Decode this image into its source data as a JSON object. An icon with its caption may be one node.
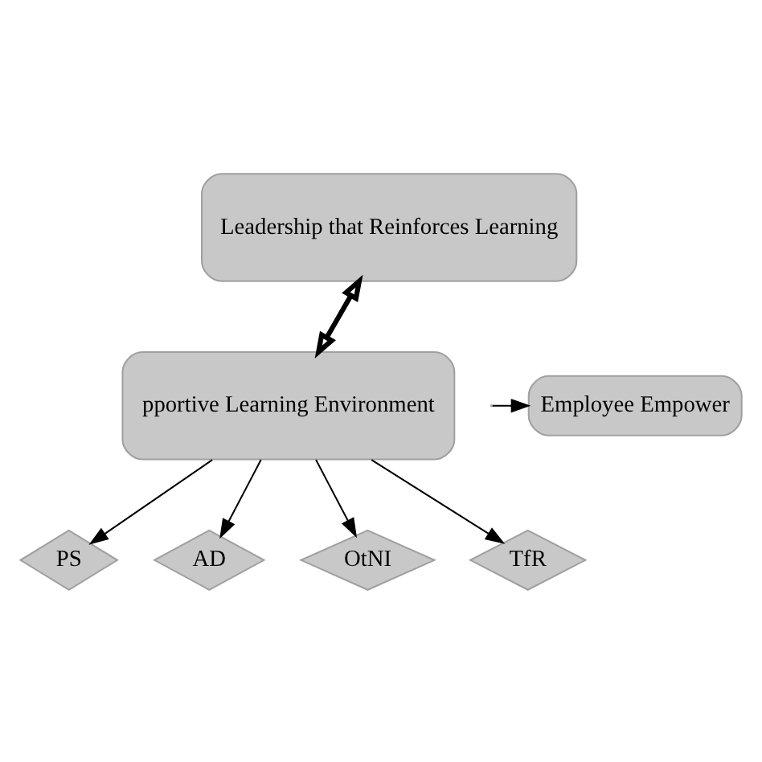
{
  "diagram": {
    "nodes": [
      {
        "text": [
          "Leadership that Reinforces Learning"
        ]
      },
      {
        "text": [
          "pportive Learning Environment"
        ]
      },
      {
        "text": [
          "Employee Empower"
        ]
      },
      {
        "text": [
          "PS"
        ]
      },
      {
        "text": [
          "AD"
        ]
      },
      {
        "text": [
          "OtNI"
        ]
      },
      {
        "text": [
          "TfR"
        ]
      }
    ],
    "edges": [
      {
        "from": 0,
        "to": 1,
        "arrow": "both",
        "style": "thick"
      },
      {
        "from": null,
        "to": 2,
        "arrow": "to"
      },
      {
        "from": 1,
        "to": 3,
        "arrow": "to"
      },
      {
        "from": 1,
        "to": 4,
        "arrow": "to"
      },
      {
        "from": 1,
        "to": 5,
        "arrow": "to"
      },
      {
        "from": 1,
        "to": 6,
        "arrow": "to"
      }
    ]
  }
}
